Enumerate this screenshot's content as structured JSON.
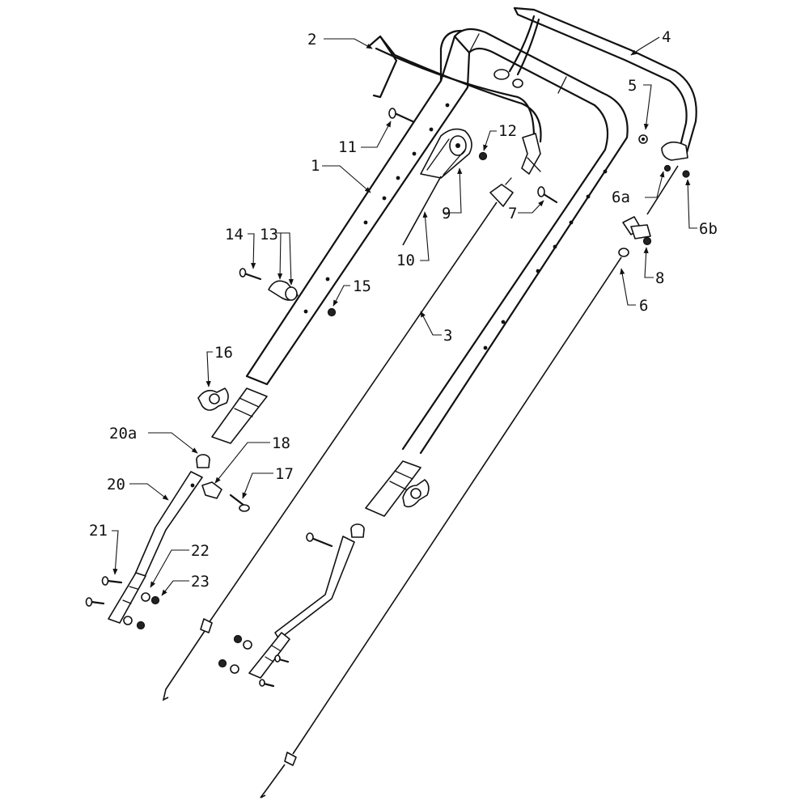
{
  "callouts": {
    "c1": "1",
    "c2": "2",
    "c3": "3",
    "c4": "4",
    "c5": "5",
    "c6": "6",
    "c6a": "6a",
    "c6b": "6b",
    "c7": "7",
    "c8": "8",
    "c9": "9",
    "c10": "10",
    "c11": "11",
    "c12": "12",
    "c13": "13",
    "c14": "14",
    "c15": "15",
    "c16": "16",
    "c17": "17",
    "c18": "18",
    "c20": "20",
    "c20a": "20a",
    "c21": "21",
    "c22": "22",
    "c23": "23"
  },
  "colors": {
    "line": "#111111",
    "background": "#ffffff"
  }
}
